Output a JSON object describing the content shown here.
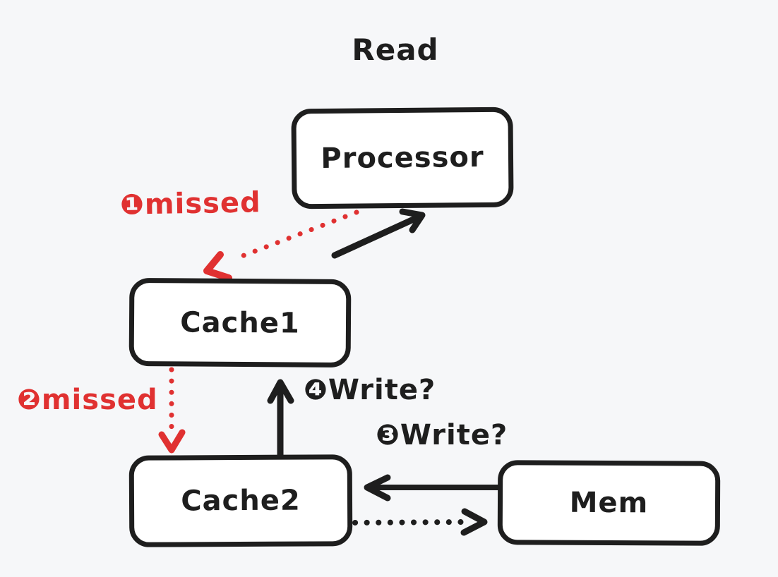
{
  "title": "Read",
  "colors": {
    "background": "#f6f7f9",
    "ink": "#1e1e1e",
    "red": "#e03131",
    "node_fill": "#ffffff"
  },
  "nodes": [
    {
      "id": "processor",
      "label": "Processor"
    },
    {
      "id": "cache1",
      "label": "Cache1"
    },
    {
      "id": "cache2",
      "label": "Cache2"
    },
    {
      "id": "mem",
      "label": "Mem"
    }
  ],
  "edges": [
    {
      "name": "processor-to-cache1",
      "label": "❶missed",
      "style": "dotted",
      "color": "#e03131",
      "from": "Processor",
      "to": "Cache1"
    },
    {
      "name": "cache1-to-processor",
      "label": "",
      "style": "solid",
      "color": "#1e1e1e",
      "from": "Cache1",
      "to": "Processor"
    },
    {
      "name": "cache1-to-cache2",
      "label": "❷missed",
      "style": "dotted",
      "color": "#e03131",
      "from": "Cache1",
      "to": "Cache2"
    },
    {
      "name": "cache2-to-cache1",
      "label": "❹Write?",
      "style": "solid",
      "color": "#1e1e1e",
      "from": "Cache2",
      "to": "Cache1"
    },
    {
      "name": "mem-to-cache2",
      "label": "❸Write?",
      "style": "solid",
      "color": "#1e1e1e",
      "from": "Mem",
      "to": "Cache2"
    },
    {
      "name": "cache2-to-mem",
      "label": "",
      "style": "dotted",
      "color": "#1e1e1e",
      "from": "Cache2",
      "to": "Mem"
    }
  ]
}
